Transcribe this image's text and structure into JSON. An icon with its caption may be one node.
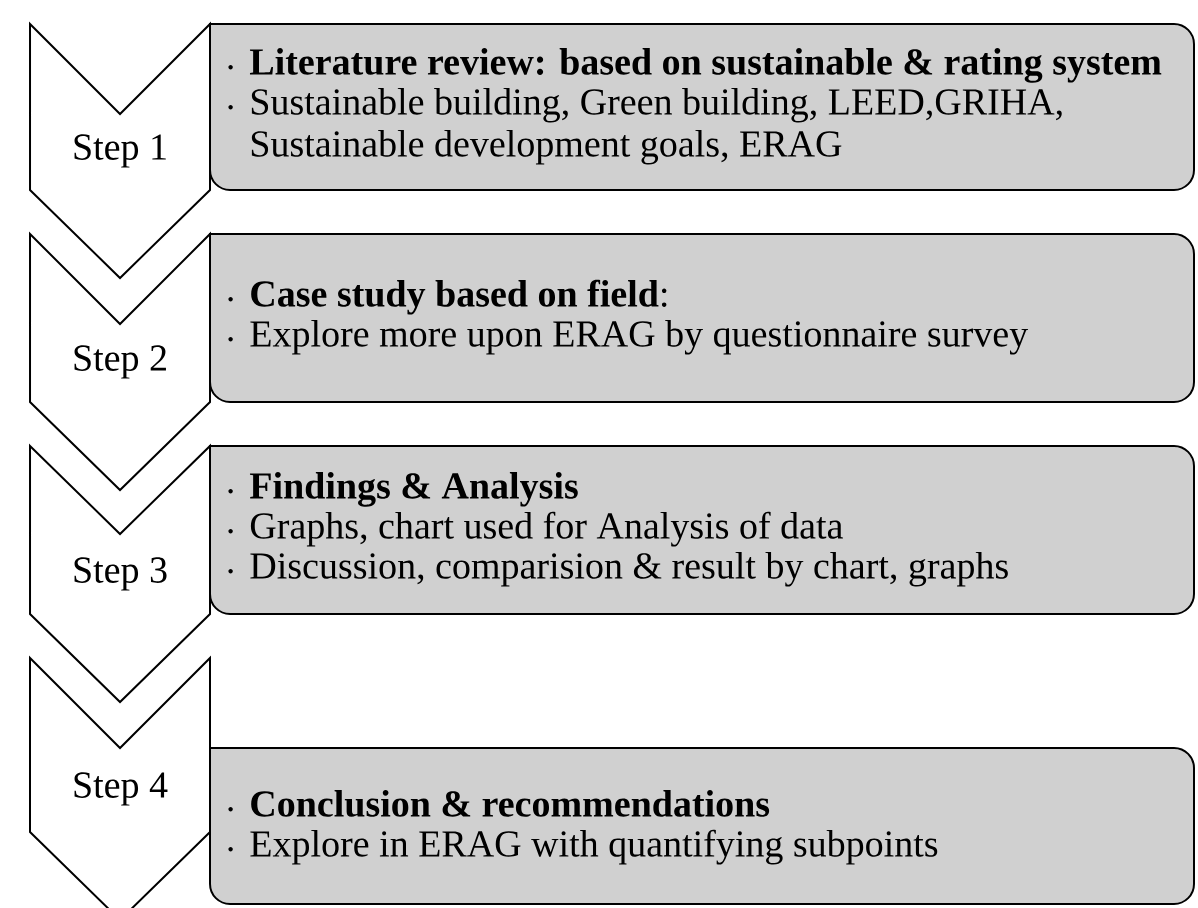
{
  "diagram": {
    "nodes": [
      {
        "text": [
          "Step 1"
        ]
      },
      {
        "text": [
          "Literature review: based on sustainable & rating system",
          "Sustainable building, Green building, LEED,GRIHA, Sustainable development goals, ERAG"
        ]
      },
      {
        "text": [
          "Step 2"
        ]
      },
      {
        "text": [
          "**Case study based on field**:",
          "Explore more upon ERAG by questionnaire survey"
        ]
      },
      {
        "text": [
          "Step 3"
        ]
      },
      {
        "text": [
          "Findings & Analysis",
          "Graphs, chart used for Analysis of data",
          "Discussion, comparision & result by chart, graphs"
        ]
      },
      {
        "text": [
          "Step 4"
        ]
      },
      {
        "text": [
          "Conclusion & recommendations",
          "Explore in ERAG with quantifying subpoints"
        ]
      }
    ],
    "edges": []
  }
}
